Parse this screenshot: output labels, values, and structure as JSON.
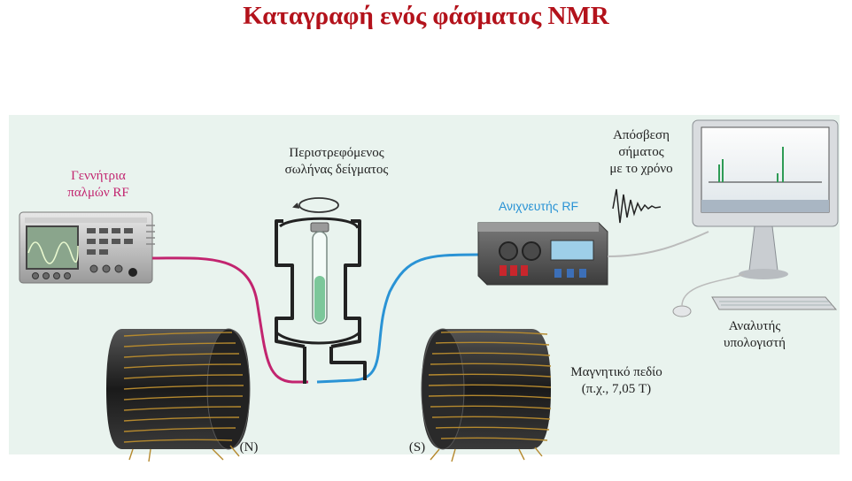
{
  "title": "Καταγραφή ενός φάσματος NMR",
  "labels": {
    "rf_generator_line1": "Γεννήτρια",
    "rf_generator_line2": "παλμών RF",
    "sample_tube_line1": "Περιστρεφόμενος",
    "sample_tube_line2": "σωλήνας δείγματος",
    "rf_detector": "Ανιχνευτής RF",
    "decay_line1": "Απόσβεση",
    "decay_line2": "σήματος",
    "decay_line3": "με το χρόνο",
    "computer_line1": "Αναλυτής",
    "computer_line2": "υπολογιστή",
    "field_line1": "Μαγνητικό πεδίο",
    "field_line2": "(π.χ., 7,05 T)",
    "north_pole": "(N)",
    "south_pole": "(S)"
  },
  "colors": {
    "title": "#b3121b",
    "rf_cable": "#c2246f",
    "detector_cable": "#2a93d5",
    "background_panel": "#e9f3ee"
  }
}
